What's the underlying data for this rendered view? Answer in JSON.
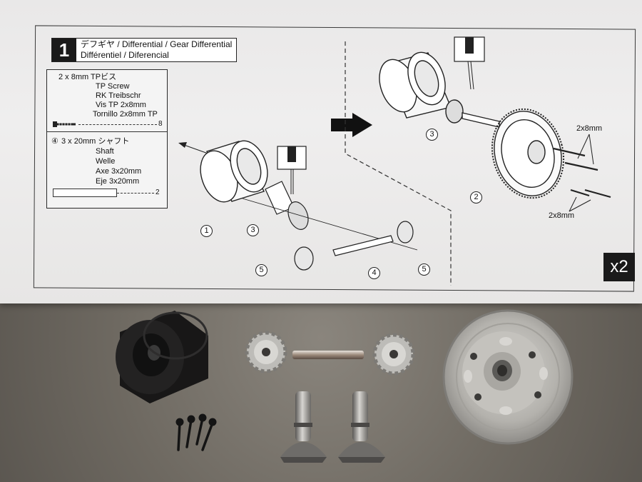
{
  "sheet": {
    "step_number": "1",
    "title_line1": "デフギヤ / Differential / Gear Differential",
    "title_line2": "Différentiel / Diferencial",
    "multiplier": "x2"
  },
  "parts": {
    "screw": {
      "line1": "2 x 8mm TPビス",
      "line2": "TP Screw",
      "line3": "RK Treibschr",
      "line4": "Vis TP 2x8mm",
      "line5": "Tornillo 2x8mm TP",
      "qty": "8"
    },
    "shaft": {
      "callout": "④",
      "line1": "3 x 20mm シャフト",
      "line2": "Shaft",
      "line3": "Welle",
      "line4": "Axe 3x20mm",
      "line5": "Eje 3x20mm",
      "qty": "2"
    }
  },
  "callouts": {
    "left": [
      "1",
      "3",
      "5",
      "4",
      "5"
    ],
    "right": [
      "3",
      "2"
    ],
    "screw_labels": [
      "2x8mm",
      "2x8mm"
    ]
  },
  "colors": {
    "paper": "#eceaea",
    "ink": "#1a1a1a",
    "table": "#6f6a62",
    "plastic": "#1c1b1b",
    "metal": "#b9b8b5"
  }
}
